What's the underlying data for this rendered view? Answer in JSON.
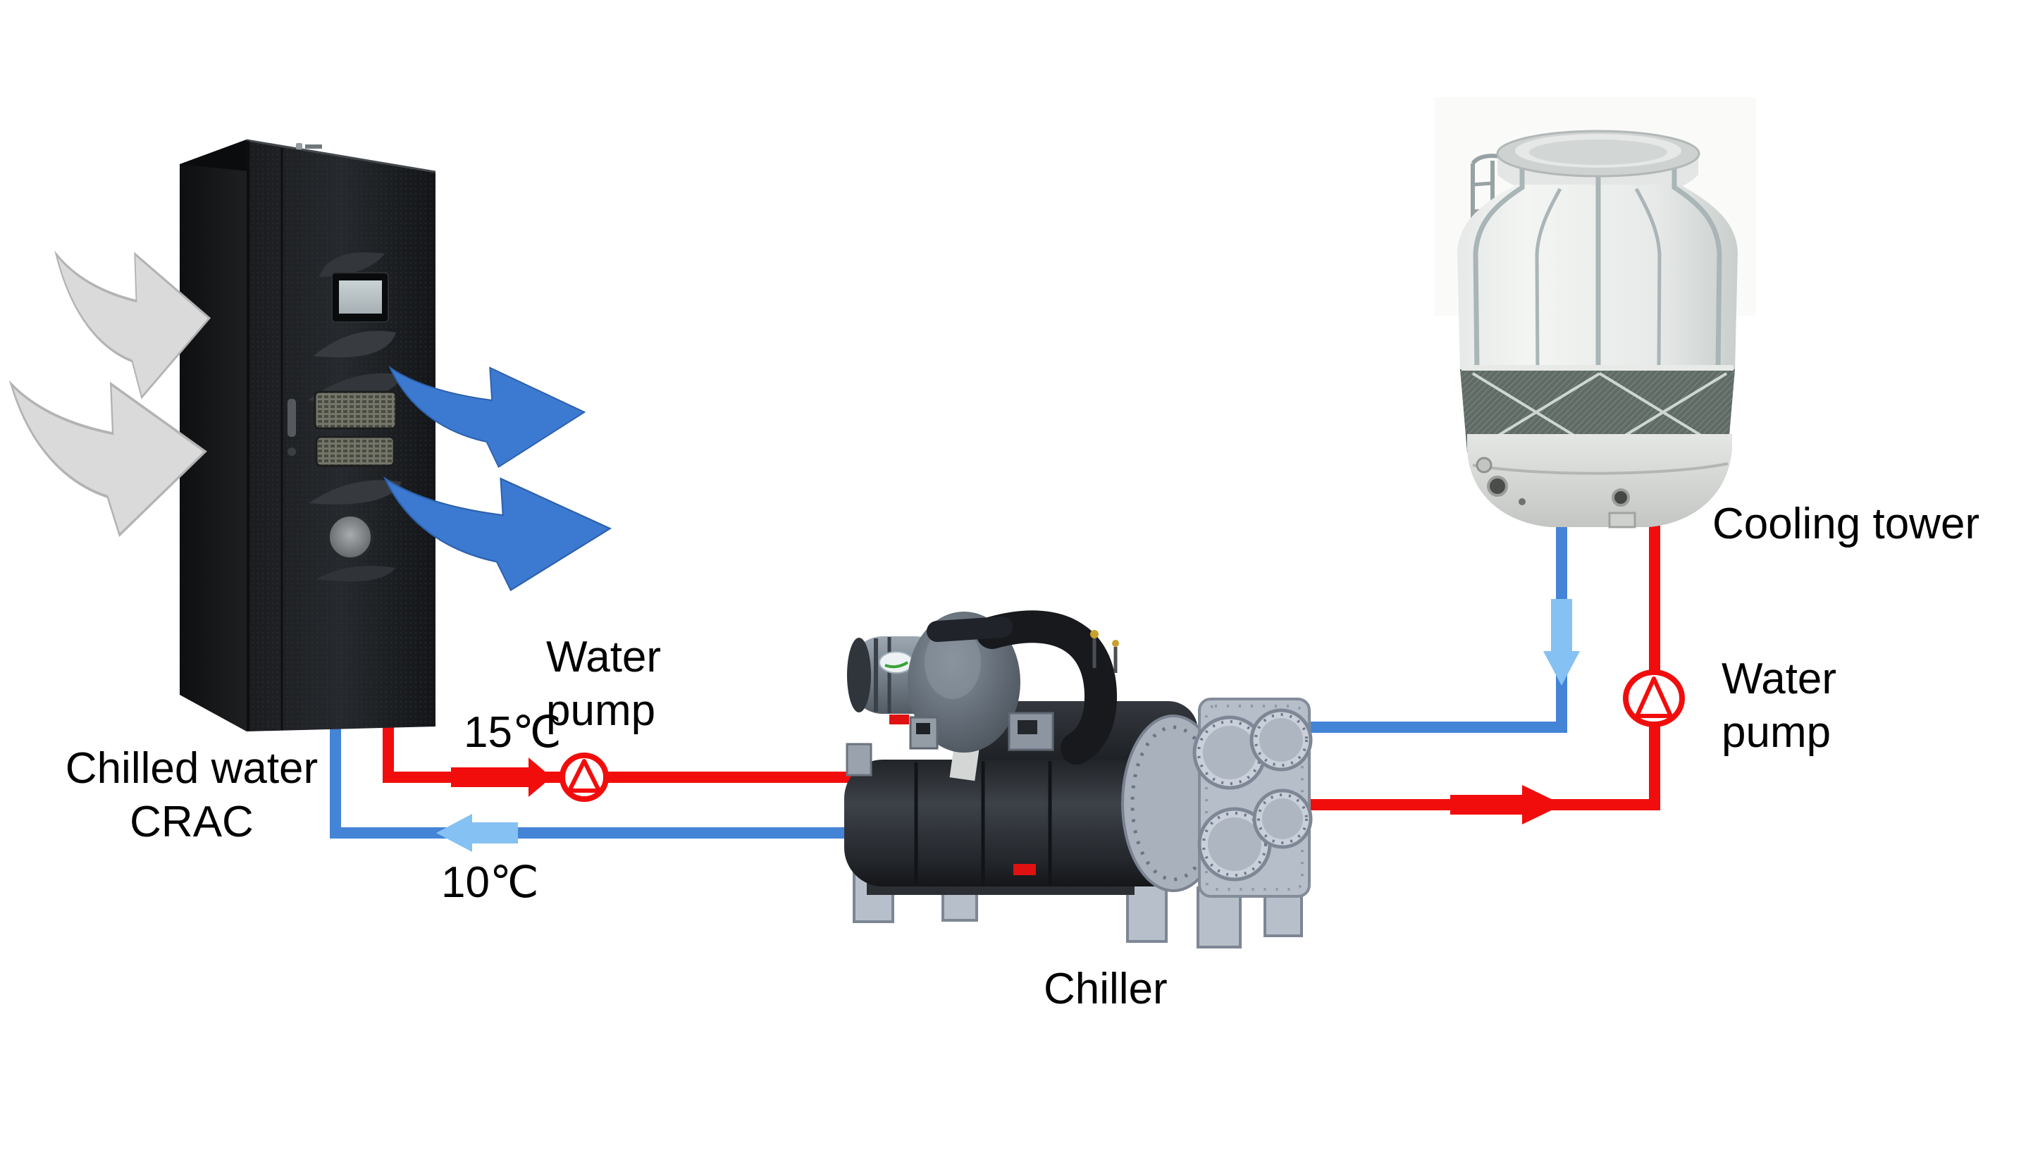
{
  "labels": {
    "crac": {
      "line1": "Chilled water",
      "line2": "CRAC"
    },
    "supply_temp": "15℃",
    "return_temp": "10℃",
    "pump_left": {
      "line1": "Water",
      "line2": "pump"
    },
    "pump_right": {
      "line1": "Water",
      "line2": "pump"
    },
    "chiller": "Chiller",
    "cooling_tower": "Cooling tower"
  },
  "colors": {
    "hot_pipe": "#f20d0d",
    "cold_pipe": "#4484d6",
    "cold_pipe_highlight": "#85c1f3",
    "air_out_arrow": "#3c7ad2",
    "air_in_arrow": "#dadada",
    "text": "#000000",
    "background": "#ffffff"
  }
}
